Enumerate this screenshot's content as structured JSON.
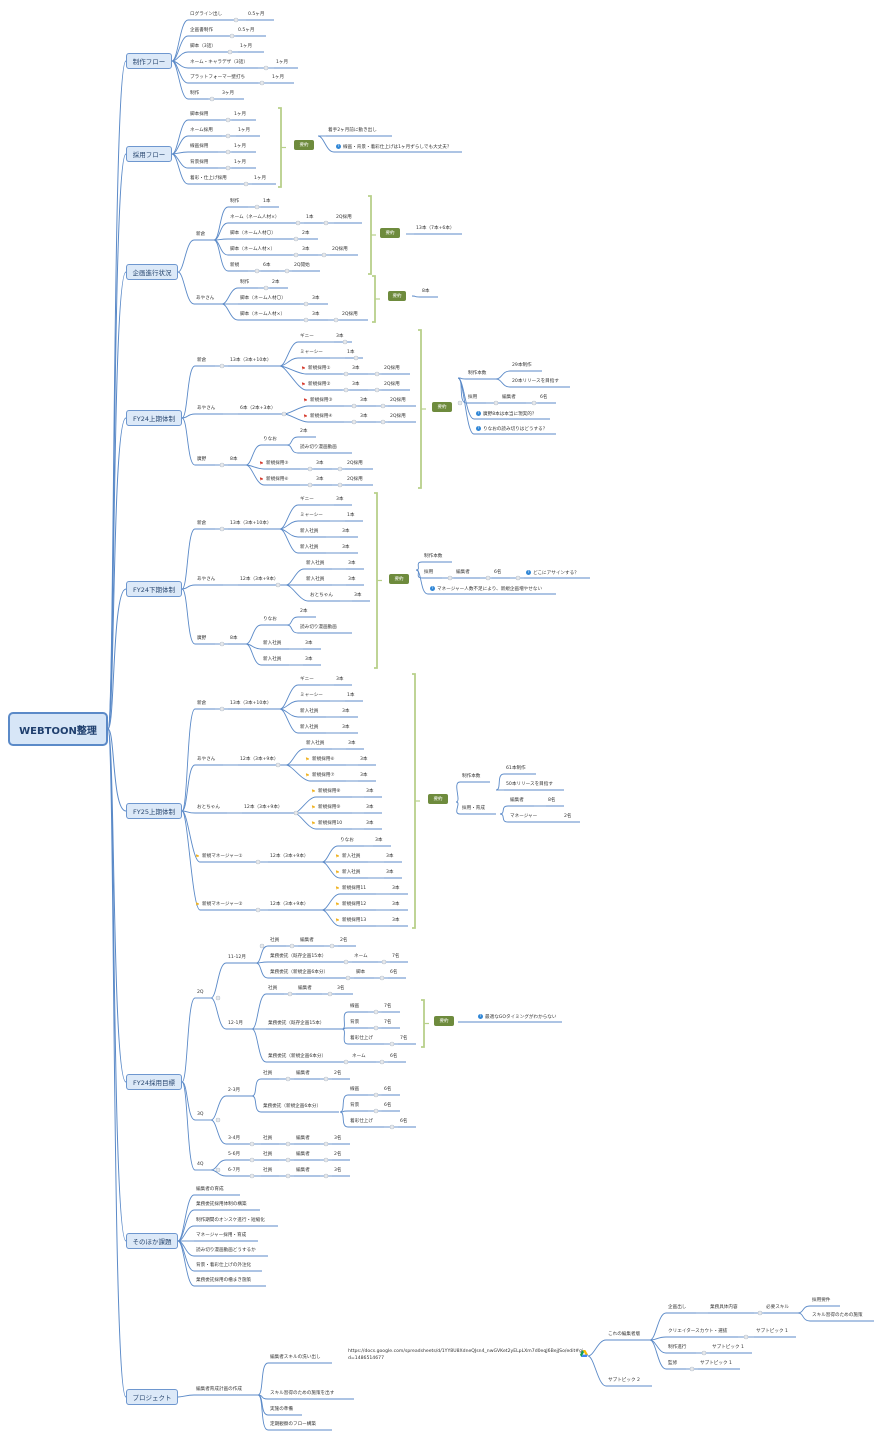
{
  "root": "WEBTOON整理",
  "mains": [
    {
      "id": "m1",
      "label": "制作フロー"
    },
    {
      "id": "m2",
      "label": "採用フロー"
    },
    {
      "id": "m3",
      "label": "企画進行状況"
    },
    {
      "id": "m4",
      "label": "FY24上期体制"
    },
    {
      "id": "m5",
      "label": "FY24下期体制"
    },
    {
      "id": "m6",
      "label": "FY25上期体制"
    },
    {
      "id": "m7",
      "label": "FY24採用目標"
    },
    {
      "id": "m8",
      "label": "そのほか課題"
    },
    {
      "id": "m9",
      "label": "プロジェクト"
    }
  ],
  "summary_label": "要約",
  "link_url": "https://docs.google.com/spreadsheets/d/1YY8U8XdneQJsn4_nwGVKet2yELpLXm7d0eqJ6BejJSo/edit#gid=1486514677",
  "nodes": [
    {
      "id": "n1",
      "text": "ログライン出し"
    },
    {
      "id": "n2",
      "text": "0.5ヶ月"
    },
    {
      "id": "n3",
      "text": "企画書制作"
    },
    {
      "id": "n4",
      "text": "0.5ヶ月"
    },
    {
      "id": "n5",
      "text": "脚本（3話）"
    },
    {
      "id": "n6",
      "text": "1ヶ月"
    },
    {
      "id": "n7",
      "text": "ネーム・キャラデザ（3話）"
    },
    {
      "id": "n8",
      "text": "1ヶ月"
    },
    {
      "id": "n9",
      "text": "プラットフォーマー壁打ち"
    },
    {
      "id": "n10",
      "text": "1ヶ月"
    },
    {
      "id": "n11",
      "text": "制作"
    },
    {
      "id": "n12",
      "text": "3ヶ月"
    },
    {
      "id": "n13",
      "text": "脚本採用"
    },
    {
      "id": "n14",
      "text": "1ヶ月"
    },
    {
      "id": "n15",
      "text": "ネーム採用"
    },
    {
      "id": "n16",
      "text": "1ヶ月"
    },
    {
      "id": "n17",
      "text": "線画採用"
    },
    {
      "id": "n18",
      "text": "1ヶ月"
    },
    {
      "id": "n19",
      "text": "背景採用"
    },
    {
      "id": "n20",
      "text": "1ヶ月"
    },
    {
      "id": "n21",
      "text": "着彩・仕上げ採用"
    },
    {
      "id": "n22",
      "text": "1ヶ月"
    },
    {
      "id": "n23",
      "text": "着手2ヶ月前に動き出し"
    },
    {
      "id": "n24",
      "text": "線画・背景・着彩仕上げは1ヶ月ずらしでも大丈夫？"
    },
    {
      "id": "n25",
      "text": "新倉"
    },
    {
      "id": "n26",
      "text": "制作"
    },
    {
      "id": "n27",
      "text": "1本"
    },
    {
      "id": "n28",
      "text": "ネーム（ネーム人材×）"
    },
    {
      "id": "n29",
      "text": "1本"
    },
    {
      "id": "n30",
      "text": "2Q採用"
    },
    {
      "id": "n31",
      "text": "脚本（ネーム人材〇）"
    },
    {
      "id": "n32",
      "text": "2本"
    },
    {
      "id": "n33",
      "text": "脚本（ネーム人材×）"
    },
    {
      "id": "n34",
      "text": "3本"
    },
    {
      "id": "n35",
      "text": "2Q採用"
    },
    {
      "id": "n36",
      "text": "新規"
    },
    {
      "id": "n37",
      "text": "6本"
    },
    {
      "id": "n38",
      "text": "2Q開始"
    },
    {
      "id": "n39",
      "text": "13本（7本+6本）"
    },
    {
      "id": "n40",
      "text": "あやさん"
    },
    {
      "id": "n41",
      "text": "制作"
    },
    {
      "id": "n42",
      "text": "2本"
    },
    {
      "id": "n43",
      "text": "脚本（ネーム人材〇）"
    },
    {
      "id": "n44",
      "text": "3本"
    },
    {
      "id": "n45",
      "text": "脚本（ネーム人材×）"
    },
    {
      "id": "n46",
      "text": "3本"
    },
    {
      "id": "n47",
      "text": "2Q採用"
    },
    {
      "id": "n48",
      "text": "8本"
    },
    {
      "id": "n49",
      "text": "新倉"
    },
    {
      "id": "n50",
      "text": "13本（3本+10本）"
    },
    {
      "id": "n51",
      "text": "ギニー"
    },
    {
      "id": "n52",
      "text": "3本"
    },
    {
      "id": "n53",
      "text": "ミャーシー"
    },
    {
      "id": "n54",
      "text": "1本"
    },
    {
      "id": "n55",
      "text": "新規採用①"
    },
    {
      "id": "n56",
      "text": "3本"
    },
    {
      "id": "n57",
      "text": "2Q採用"
    },
    {
      "id": "n58",
      "text": "新規採用②"
    },
    {
      "id": "n59",
      "text": "3本"
    },
    {
      "id": "n60",
      "text": "2Q採用"
    },
    {
      "id": "n61",
      "text": "あやさん"
    },
    {
      "id": "n62",
      "text": "6本（2本+3本）"
    },
    {
      "id": "n63",
      "text": "新規採用③"
    },
    {
      "id": "n64",
      "text": "3本"
    },
    {
      "id": "n65",
      "text": "2Q採用"
    },
    {
      "id": "n66",
      "text": "新規採用④"
    },
    {
      "id": "n67",
      "text": "3本"
    },
    {
      "id": "n68",
      "text": "2Q採用"
    },
    {
      "id": "n69",
      "text": "廣野"
    },
    {
      "id": "n70",
      "text": "8本"
    },
    {
      "id": "n71",
      "text": "りなお"
    },
    {
      "id": "n72",
      "text": "2本"
    },
    {
      "id": "n73",
      "text": "読み切り漫画動画"
    },
    {
      "id": "n74",
      "text": "新規採用⑤"
    },
    {
      "id": "n75",
      "text": "3本"
    },
    {
      "id": "n76",
      "text": "2Q採用"
    },
    {
      "id": "n77",
      "text": "新規採用⑥"
    },
    {
      "id": "n78",
      "text": "3本"
    },
    {
      "id": "n79",
      "text": "2Q採用"
    },
    {
      "id": "n80",
      "text": "制作本数"
    },
    {
      "id": "n81",
      "text": "29本制作"
    },
    {
      "id": "n82",
      "text": "20本リリースを目指す"
    },
    {
      "id": "n83",
      "text": "採用"
    },
    {
      "id": "n84",
      "text": "編集者"
    },
    {
      "id": "n85",
      "text": "6名"
    },
    {
      "id": "n86",
      "text": "廣野8本は本当に現実的？"
    },
    {
      "id": "n87",
      "text": "りなおの読み切りはどうする？"
    },
    {
      "id": "n88",
      "text": "新倉"
    },
    {
      "id": "n89",
      "text": "13本（3本+10本）"
    },
    {
      "id": "n90",
      "text": "ギニー"
    },
    {
      "id": "n91",
      "text": "3本"
    },
    {
      "id": "n92",
      "text": "ミャーシー"
    },
    {
      "id": "n93",
      "text": "1本"
    },
    {
      "id": "n94",
      "text": "新入社員"
    },
    {
      "id": "n95",
      "text": "3本"
    },
    {
      "id": "n96",
      "text": "新入社員"
    },
    {
      "id": "n97",
      "text": "3本"
    },
    {
      "id": "n98",
      "text": "あやさん"
    },
    {
      "id": "n99",
      "text": "12本（3本+9本）"
    },
    {
      "id": "n100",
      "text": "新入社員"
    },
    {
      "id": "n101",
      "text": "3本"
    },
    {
      "id": "n102",
      "text": "新入社員"
    },
    {
      "id": "n103",
      "text": "3本"
    },
    {
      "id": "n104",
      "text": "おとちゃん"
    },
    {
      "id": "n105",
      "text": "3本"
    },
    {
      "id": "n106",
      "text": "廣野"
    },
    {
      "id": "n107",
      "text": "8本"
    },
    {
      "id": "n108",
      "text": "りなお"
    },
    {
      "id": "n109",
      "text": "2本"
    },
    {
      "id": "n110",
      "text": "読み切り漫画動画"
    },
    {
      "id": "n111",
      "text": "新入社員"
    },
    {
      "id": "n112",
      "text": "3本"
    },
    {
      "id": "n113",
      "text": "新入社員"
    },
    {
      "id": "n114",
      "text": "3本"
    },
    {
      "id": "n115",
      "text": "制作本数"
    },
    {
      "id": "n116",
      "text": "採用"
    },
    {
      "id": "n117",
      "text": "編集者"
    },
    {
      "id": "n118",
      "text": "6名"
    },
    {
      "id": "n119",
      "text": "どこにアサインする？"
    },
    {
      "id": "n120",
      "text": "マネージャー人数不足により、新規企画増やせない"
    },
    {
      "id": "n121",
      "text": "新倉"
    },
    {
      "id": "n122",
      "text": "13本（3本+10本）"
    },
    {
      "id": "n123",
      "text": "ギニー"
    },
    {
      "id": "n124",
      "text": "3本"
    },
    {
      "id": "n125",
      "text": "ミャーシー"
    },
    {
      "id": "n126",
      "text": "1本"
    },
    {
      "id": "n127",
      "text": "新入社員"
    },
    {
      "id": "n128",
      "text": "3本"
    },
    {
      "id": "n129",
      "text": "新入社員"
    },
    {
      "id": "n130",
      "text": "3本"
    },
    {
      "id": "n131",
      "text": "あやさん"
    },
    {
      "id": "n132",
      "text": "12本（3本+9本）"
    },
    {
      "id": "n133",
      "text": "新入社員"
    },
    {
      "id": "n134",
      "text": "3本"
    },
    {
      "id": "n135",
      "text": "新規採用⑥"
    },
    {
      "id": "n136",
      "text": "3本"
    },
    {
      "id": "n137",
      "text": "新規採用⑦"
    },
    {
      "id": "n138",
      "text": "3本"
    },
    {
      "id": "n139",
      "text": "おとちゃん"
    },
    {
      "id": "n140",
      "text": "12本（3本+9本）"
    },
    {
      "id": "n141",
      "text": "新規採用⑧"
    },
    {
      "id": "n142",
      "text": "3本"
    },
    {
      "id": "n143",
      "text": "新規採用⑨"
    },
    {
      "id": "n144",
      "text": "3本"
    },
    {
      "id": "n145",
      "text": "新規採用10"
    },
    {
      "id": "n146",
      "text": "3本"
    },
    {
      "id": "n147",
      "text": "新規マネージャー①"
    },
    {
      "id": "n148",
      "text": "12本（3本+9本）"
    },
    {
      "id": "n149",
      "text": "りなお"
    },
    {
      "id": "n150",
      "text": "3本"
    },
    {
      "id": "n151",
      "text": "新入社員"
    },
    {
      "id": "n152",
      "text": "3本"
    },
    {
      "id": "n153",
      "text": "新入社員"
    },
    {
      "id": "n154",
      "text": "3本"
    },
    {
      "id": "n155",
      "text": "新規マネージャー②"
    },
    {
      "id": "n156",
      "text": "12本（3本+9本）"
    },
    {
      "id": "n157",
      "text": "新規採用11"
    },
    {
      "id": "n158",
      "text": "3本"
    },
    {
      "id": "n159",
      "text": "新規採用12"
    },
    {
      "id": "n160",
      "text": "3本"
    },
    {
      "id": "n161",
      "text": "新規採用13"
    },
    {
      "id": "n162",
      "text": "3本"
    },
    {
      "id": "n163",
      "text": "制作本数"
    },
    {
      "id": "n164",
      "text": "61本制作"
    },
    {
      "id": "n165",
      "text": "50本リリースを目指す"
    },
    {
      "id": "n166",
      "text": "採用・育成"
    },
    {
      "id": "n167",
      "text": "編集者"
    },
    {
      "id": "n168",
      "text": "8名"
    },
    {
      "id": "n169",
      "text": "マネージャー"
    },
    {
      "id": "n170",
      "text": "2名"
    },
    {
      "id": "n171",
      "text": "2Q"
    },
    {
      "id": "n172",
      "text": "11-12月"
    },
    {
      "id": "n173",
      "text": "社員"
    },
    {
      "id": "n174",
      "text": "編集者"
    },
    {
      "id": "n175",
      "text": "2名"
    },
    {
      "id": "n176",
      "text": "業務委託（既存企画15本）"
    },
    {
      "id": "n177",
      "text": "ネーム"
    },
    {
      "id": "n178",
      "text": "7名"
    },
    {
      "id": "n179",
      "text": "業務委託（新規企画6本分）"
    },
    {
      "id": "n180",
      "text": "脚本"
    },
    {
      "id": "n181",
      "text": "6名"
    },
    {
      "id": "n182",
      "text": "12-1月"
    },
    {
      "id": "n183",
      "text": "社員"
    },
    {
      "id": "n184",
      "text": "編集者"
    },
    {
      "id": "n185",
      "text": "3名"
    },
    {
      "id": "n186",
      "text": "業務委託（既存企画15本）"
    },
    {
      "id": "n187",
      "text": "線画"
    },
    {
      "id": "n188",
      "text": "7名"
    },
    {
      "id": "n189",
      "text": "背景"
    },
    {
      "id": "n190",
      "text": "7名"
    },
    {
      "id": "n191",
      "text": "着彩仕上げ"
    },
    {
      "id": "n192",
      "text": "7名"
    },
    {
      "id": "n193",
      "text": "業務委託（新規企画6本分）"
    },
    {
      "id": "n194",
      "text": "ネーム"
    },
    {
      "id": "n195",
      "text": "6名"
    },
    {
      "id": "n196",
      "text": "最適なGOタイミングがわからない"
    },
    {
      "id": "n197",
      "text": "3Q"
    },
    {
      "id": "n198",
      "text": "2-3月"
    },
    {
      "id": "n199",
      "text": "社員"
    },
    {
      "id": "n200",
      "text": "編集者"
    },
    {
      "id": "n201",
      "text": "2名"
    },
    {
      "id": "n202",
      "text": "業務委託（新規企画6本分）"
    },
    {
      "id": "n203",
      "text": "線画"
    },
    {
      "id": "n204",
      "text": "6名"
    },
    {
      "id": "n205",
      "text": "背景"
    },
    {
      "id": "n206",
      "text": "6名"
    },
    {
      "id": "n207",
      "text": "着彩仕上げ"
    },
    {
      "id": "n208",
      "text": "6名"
    },
    {
      "id": "n209",
      "text": "3-4月"
    },
    {
      "id": "n210",
      "text": "社員"
    },
    {
      "id": "n211",
      "text": "編集者"
    },
    {
      "id": "n212",
      "text": "3名"
    },
    {
      "id": "n213",
      "text": "4Q"
    },
    {
      "id": "n214",
      "text": "5-6月"
    },
    {
      "id": "n215",
      "text": "社員"
    },
    {
      "id": "n216",
      "text": "編集者"
    },
    {
      "id": "n217",
      "text": "2名"
    },
    {
      "id": "n218",
      "text": "6-7月"
    },
    {
      "id": "n219",
      "text": "社員"
    },
    {
      "id": "n220",
      "text": "編集者"
    },
    {
      "id": "n221",
      "text": "3名"
    },
    {
      "id": "n222",
      "text": "編集者の育成"
    },
    {
      "id": "n223",
      "text": "業務委託採用体制の構築"
    },
    {
      "id": "n224",
      "text": "制作期間のオンスケ進行・短縮化"
    },
    {
      "id": "n225",
      "text": "マネージャー採用・育成"
    },
    {
      "id": "n226",
      "text": "読み切り漫画動画どうするか"
    },
    {
      "id": "n227",
      "text": "背景・着彩仕上げの外注化"
    },
    {
      "id": "n228",
      "text": "業務委託採用の櫓まき施策"
    },
    {
      "id": "n229",
      "text": "編集者育成計画の作成"
    },
    {
      "id": "n230",
      "text": "編集者スキルの洗い出し"
    },
    {
      "id": "n232",
      "text": "これの編集者版"
    },
    {
      "id": "n233",
      "text": "企画出し"
    },
    {
      "id": "n234",
      "text": "業務具体内容"
    },
    {
      "id": "n235",
      "text": "必要スキル"
    },
    {
      "id": "n236",
      "text": "採用要件"
    },
    {
      "id": "n237",
      "text": "スキル習得のための施策"
    },
    {
      "id": "n238",
      "text": "クリエイタースカウト・選抜"
    },
    {
      "id": "n239",
      "text": "サブトピック 1"
    },
    {
      "id": "n240",
      "text": "制作進行"
    },
    {
      "id": "n241",
      "text": "サブトピック 1"
    },
    {
      "id": "n242",
      "text": "監修"
    },
    {
      "id": "n243",
      "text": "サブトピック 1"
    },
    {
      "id": "n244",
      "text": "サブトピック 2"
    },
    {
      "id": "n245",
      "text": "スキル習得のための施策を出す"
    },
    {
      "id": "n246",
      "text": "実施の準備"
    },
    {
      "id": "n247",
      "text": "定期観察のフロー構築"
    }
  ]
}
